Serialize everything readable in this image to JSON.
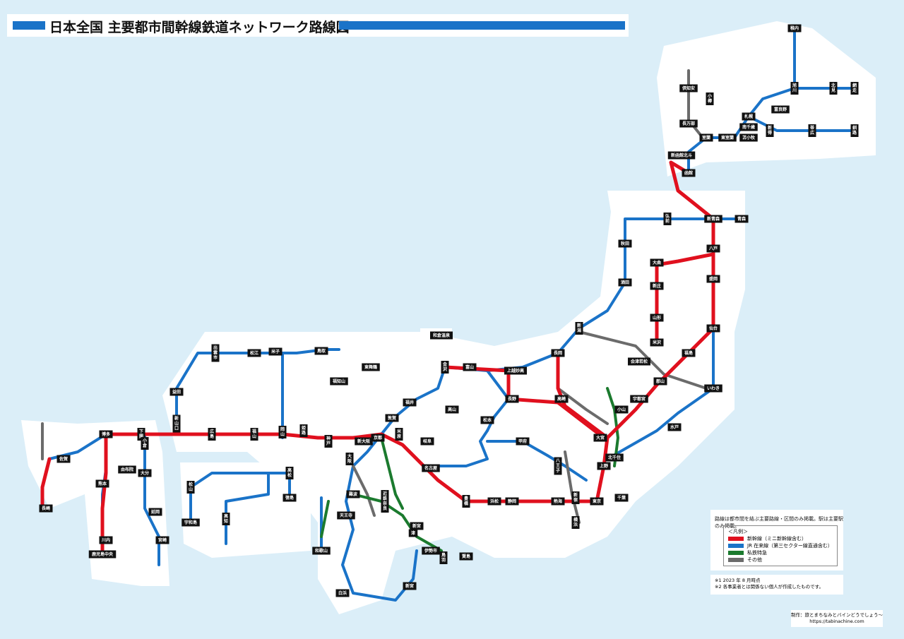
{
  "title": "日本全国 主要都市間幹線鉄道ネットワーク路線図",
  "legend": {
    "caption": "路線は都市間を結ぶ主要路線・区間のみ掲載。駅は主要駅のみ掲載。",
    "heading": "＜凡例＞",
    "items": [
      {
        "label": "新幹線（ミニ新幹線含む）",
        "color": "#e0101e"
      },
      {
        "label": "JR 在来線（第三セクター線直通含む）",
        "color": "#1a73c8"
      },
      {
        "label": "私鉄特急",
        "color": "#1b7a2e"
      },
      {
        "label": "その他",
        "color": "#6b6b6b"
      }
    ]
  },
  "notes": [
    "※1 2023 年 8 月時点",
    "※2 各事業者とは関係ない個人が作成したものです。"
  ],
  "credit": [
    "制作：旅とまちなみとバインどうでしょう～",
    "https://tabinachine.com"
  ],
  "colors": {
    "sea": "#dbeef8",
    "land": "#ffffff",
    "shinkansen": "#e0101e",
    "jr": "#1a73c8",
    "private": "#1b7a2e",
    "other": "#6b6b6b",
    "station": "#111111"
  },
  "stations": [
    {
      "id": "wakkanai",
      "name": "稚内"
    },
    {
      "id": "asahikawa",
      "name": "旭川"
    },
    {
      "id": "sapporo",
      "name": "札幌"
    },
    {
      "id": "otaru",
      "name": "小樽"
    },
    {
      "id": "minamichitose",
      "name": "南千歳"
    },
    {
      "id": "tomakomai",
      "name": "苫小牧"
    },
    {
      "id": "higashimuroran",
      "name": "東室蘭"
    },
    {
      "id": "muroran",
      "name": "室蘭"
    },
    {
      "id": "oshamambe",
      "name": "長万部"
    },
    {
      "id": "shinhakodate",
      "name": "新函館北斗"
    },
    {
      "id": "hakodate",
      "name": "函館"
    },
    {
      "id": "obihiro",
      "name": "帯広"
    },
    {
      "id": "kushiro",
      "name": "釧路"
    },
    {
      "id": "abashiri",
      "name": "網走"
    },
    {
      "id": "kitami",
      "name": "北見"
    },
    {
      "id": "kutchan",
      "name": "倶知安"
    },
    {
      "id": "furano",
      "name": "富良野"
    },
    {
      "id": "shintokushima",
      "name": "新得"
    },
    {
      "id": "shinaomori",
      "name": "新青森"
    },
    {
      "id": "aomori",
      "name": "青森"
    },
    {
      "id": "hirosaki",
      "name": "弘前"
    },
    {
      "id": "hachinohe",
      "name": "八戸"
    },
    {
      "id": "morioka",
      "name": "盛岡"
    },
    {
      "id": "akita",
      "name": "秋田"
    },
    {
      "id": "omagari",
      "name": "大曲"
    },
    {
      "id": "sakata",
      "name": "酒田"
    },
    {
      "id": "shinjo",
      "name": "新庄"
    },
    {
      "id": "yamagata",
      "name": "山形"
    },
    {
      "id": "sendai",
      "name": "仙台"
    },
    {
      "id": "yonezawa",
      "name": "米沢"
    },
    {
      "id": "fukushima",
      "name": "福島"
    },
    {
      "id": "koriyama",
      "name": "郡山"
    },
    {
      "id": "aizu",
      "name": "会津若松"
    },
    {
      "id": "niigata",
      "name": "新潟"
    },
    {
      "id": "nagaoka",
      "name": "長岡"
    },
    {
      "id": "iwaki",
      "name": "いわき"
    },
    {
      "id": "utsunomiya",
      "name": "宇都宮"
    },
    {
      "id": "oyama",
      "name": "小山"
    },
    {
      "id": "mito",
      "name": "水戸"
    },
    {
      "id": "takasaki",
      "name": "高崎"
    },
    {
      "id": "omiya",
      "name": "大宮"
    },
    {
      "id": "tokyo",
      "name": "東京"
    },
    {
      "id": "ueno",
      "name": "上野"
    },
    {
      "id": "kitasenju",
      "name": "北千住"
    },
    {
      "id": "chiba",
      "name": "千葉"
    },
    {
      "id": "shinjuku",
      "name": "新宿"
    },
    {
      "id": "yokohama",
      "name": "横浜"
    },
    {
      "id": "hachioji",
      "name": "八王子"
    },
    {
      "id": "kofu",
      "name": "甲府"
    },
    {
      "id": "matsumoto",
      "name": "松本"
    },
    {
      "id": "nagano",
      "name": "長野"
    },
    {
      "id": "joetsu",
      "name": "上越妙高"
    },
    {
      "id": "toyama",
      "name": "富山"
    },
    {
      "id": "kanazawa",
      "name": "金沢"
    },
    {
      "id": "fukui",
      "name": "福井"
    },
    {
      "id": "tsuruga",
      "name": "敦賀"
    },
    {
      "id": "maibara",
      "name": "米原"
    },
    {
      "id": "gifu",
      "name": "岐阜"
    },
    {
      "id": "nagoya",
      "name": "名古屋"
    },
    {
      "id": "hamamatsu",
      "name": "浜松"
    },
    {
      "id": "shizuoka",
      "name": "静岡"
    },
    {
      "id": "atami",
      "name": "熱海"
    },
    {
      "id": "toyohashi",
      "name": "豊橋"
    },
    {
      "id": "kyoto",
      "name": "京都"
    },
    {
      "id": "shinosaka",
      "name": "新大阪"
    },
    {
      "id": "osaka",
      "name": "大阪"
    },
    {
      "id": "namba",
      "name": "難波"
    },
    {
      "id": "tennoji",
      "name": "天王寺"
    },
    {
      "id": "kobe",
      "name": "神戸"
    },
    {
      "id": "himeji",
      "name": "姫路"
    },
    {
      "id": "okayama",
      "name": "岡山"
    },
    {
      "id": "fukuyama",
      "name": "福山"
    },
    {
      "id": "hiroshima",
      "name": "広島"
    },
    {
      "id": "shinyamaguchi",
      "name": "新山口"
    },
    {
      "id": "shimonoseki",
      "name": "下関"
    },
    {
      "id": "kokura",
      "name": "小倉"
    },
    {
      "id": "hakata",
      "name": "博多"
    },
    {
      "id": "tottori",
      "name": "鳥取"
    },
    {
      "id": "yonago",
      "name": "米子"
    },
    {
      "id": "matsue",
      "name": "松江"
    },
    {
      "id": "izumo",
      "name": "出雲市"
    },
    {
      "id": "masuda",
      "name": "益田"
    },
    {
      "id": "takamatsu",
      "name": "高松"
    },
    {
      "id": "tokushima",
      "name": "徳島"
    },
    {
      "id": "matsuyama",
      "name": "松山"
    },
    {
      "id": "kochi",
      "name": "高知"
    },
    {
      "id": "uwajima",
      "name": "宇和島"
    },
    {
      "id": "nagasaki",
      "name": "長崎"
    },
    {
      "id": "saga",
      "name": "佐賀"
    },
    {
      "id": "kumamoto",
      "name": "熊本"
    },
    {
      "id": "oita",
      "name": "大分"
    },
    {
      "id": "miyazaki",
      "name": "宮崎"
    },
    {
      "id": "kagoshima",
      "name": "鹿児島中央"
    },
    {
      "id": "wakayama",
      "name": "和歌山"
    },
    {
      "id": "shirahama",
      "name": "白浜"
    },
    {
      "id": "shingu",
      "name": "新宮"
    },
    {
      "id": "ise",
      "name": "伊勢市"
    },
    {
      "id": "toba",
      "name": "鳥羽"
    },
    {
      "id": "kashikojima",
      "name": "賢島"
    },
    {
      "id": "kintetsunara",
      "name": "近鉄奈良"
    },
    {
      "id": "takayama",
      "name": "高山"
    },
    {
      "id": "tsu",
      "name": "津"
    },
    {
      "id": "wajima",
      "name": "和倉温泉"
    },
    {
      "id": "maizuru",
      "name": "東舞鶴"
    },
    {
      "id": "fukuchiyama",
      "name": "福知山"
    },
    {
      "id": "shinnonomiya",
      "name": "新宮"
    },
    {
      "id": "sendaisatsuma",
      "name": "川内"
    },
    {
      "id": "nobeoka",
      "name": "延岡"
    },
    {
      "id": "yufuin",
      "name": "由布院"
    }
  ]
}
